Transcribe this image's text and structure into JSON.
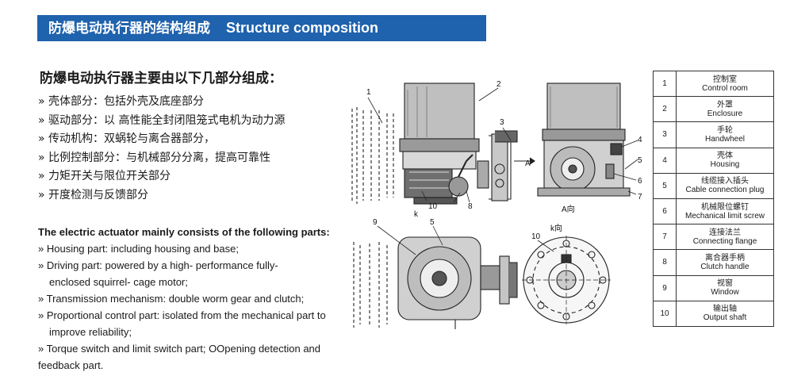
{
  "banner": {
    "title_cn": "防爆电动执行器的结构组成",
    "title_en": "Structure composition"
  },
  "intro_cn": {
    "heading": "防爆电动执行器主要由以下几部分组成：",
    "items": [
      "» 壳体部分：包括外壳及底座部分",
      "» 驱动部分：以 高性能全封闭阻笼式电机为动力源",
      "» 传动机构：双蜗轮与离合器部分，",
      "» 比例控制部分：与机械部分分离，提高可靠性",
      "» 力矩开关与限位开关部分",
      "» 开度检测与反馈部分"
    ]
  },
  "intro_en": {
    "heading": "The electric actuator mainly consists of the following parts:",
    "items": [
      {
        "line1": "» Housing part: including housing and base;",
        "line2": ""
      },
      {
        "line1": "» Driving part: powered by a high- performance fully-",
        "line2": "enclosed squirrel- cage motor;"
      },
      {
        "line1": "» Transmission mechanism: double worm gear and clutch;",
        "line2": ""
      },
      {
        "line1": "» Proportional control part: isolated from the mechanical part to",
        "line2": "improve reliability;"
      },
      {
        "line1": "» Torque switch and limit  switch part; OOpening detection and feedback part.",
        "line2": ""
      }
    ]
  },
  "drawing": {
    "callouts": [
      "1",
      "2",
      "3",
      "4",
      "5",
      "6",
      "7",
      "8",
      "9",
      "10"
    ],
    "view_labels": {
      "a_arrow": "A",
      "a_view": "A向",
      "k_arrow": "k",
      "k_view": "k向"
    }
  },
  "parts_table": [
    {
      "no": "1",
      "cn": "控制室",
      "en": "Control room"
    },
    {
      "no": "2",
      "cn": "外罩",
      "en": "Enclosure"
    },
    {
      "no": "3",
      "cn": "手轮",
      "en": "Handwheel"
    },
    {
      "no": "4",
      "cn": "壳体",
      "en": "Housing"
    },
    {
      "no": "5",
      "cn": "线缆接入插头",
      "en": "Cable connection plug"
    },
    {
      "no": "6",
      "cn": "机械限位螺钉",
      "en": "Mechanical limit screw"
    },
    {
      "no": "7",
      "cn": "连接法兰",
      "en": "Connecting flange"
    },
    {
      "no": "8",
      "cn": "离合器手柄",
      "en": "Clutch handle"
    },
    {
      "no": "9",
      "cn": "视窗",
      "en": "Window"
    },
    {
      "no": "10",
      "cn": "输出轴",
      "en": "Output shaft"
    }
  ]
}
